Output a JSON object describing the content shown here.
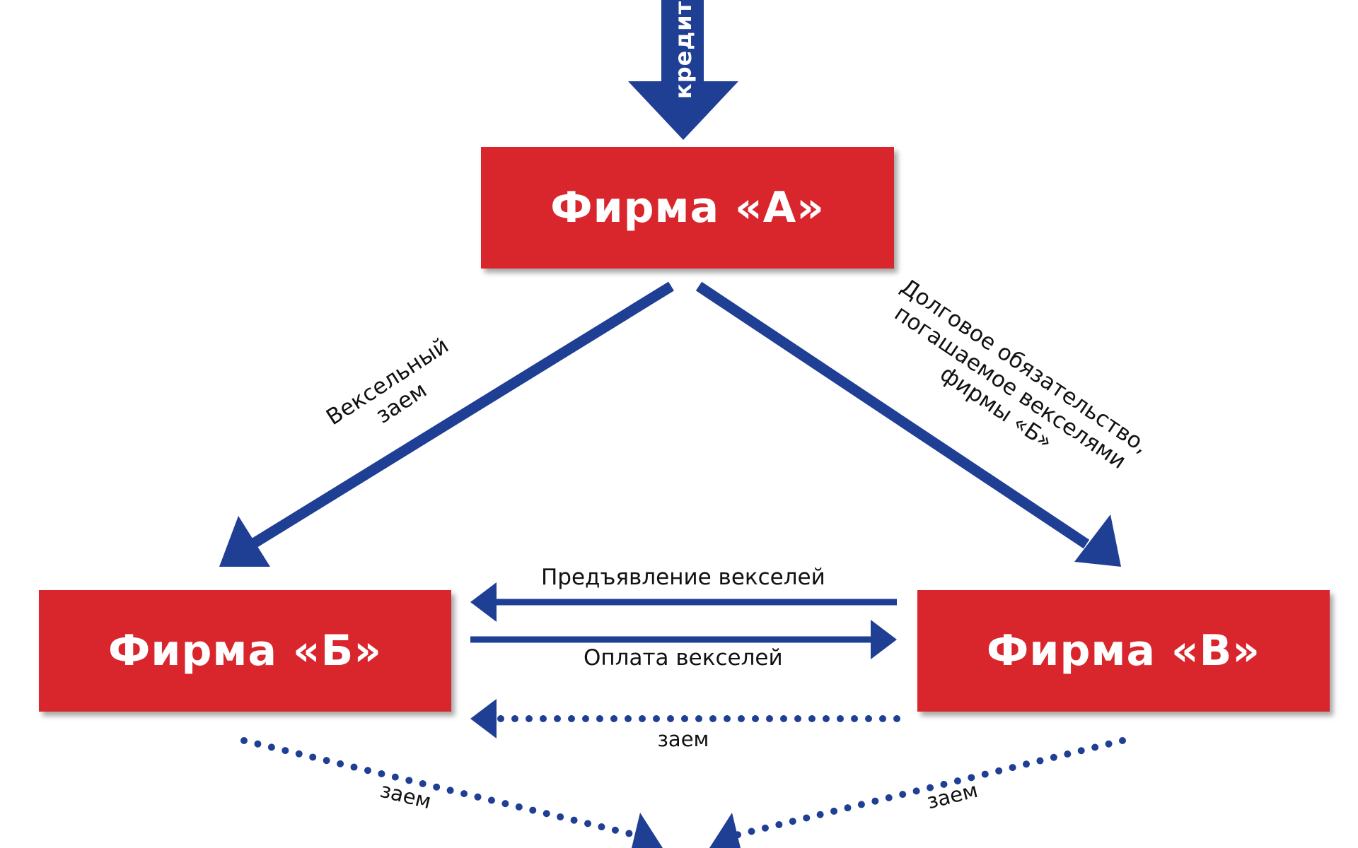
{
  "colors": {
    "box_fill": "#d9262d",
    "arrow": "#1f3f95"
  },
  "nodes": {
    "firm_a": "Фирма «А»",
    "firm_b": "Фирма «Б»",
    "firm_v": "Фирма «В»"
  },
  "edges": {
    "incoming": "кредит",
    "a_to_b": [
      "Вексельный",
      "заем"
    ],
    "a_to_v": [
      "Долговое обязательство,",
      "погашаемое векселями",
      "фирмы «Б»"
    ],
    "v_to_b_bills": "Предъявление векселей",
    "b_to_v_payment": "Оплата векселей",
    "v_to_b_loan": "заем",
    "b_down_loan": "заем",
    "v_down_loan": "заем"
  }
}
